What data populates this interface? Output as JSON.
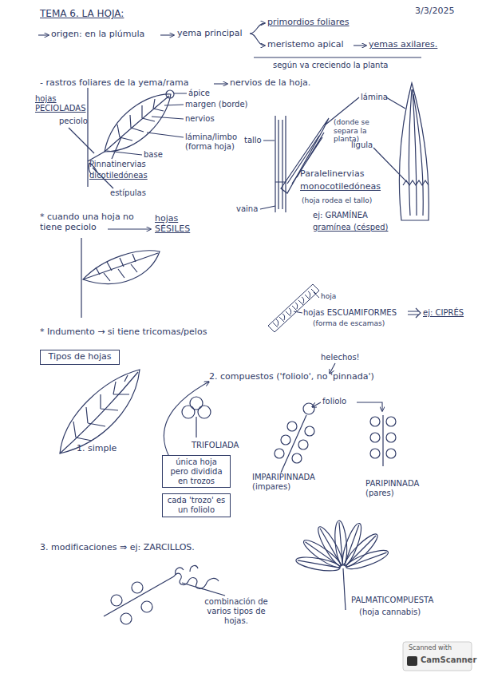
{
  "diagram": {
    "title": "TEMA 6. LA HOJA:",
    "nodes": [
      {
        "text": [
          "Tipos de hojas"
        ]
      },
      {
        "text": [
          "única hoja pero dividida en trozos"
        ]
      },
      {
        "text": [
          "cada 'trozo' es un foliolo"
        ]
      }
    ],
    "labels": [
      "3/3/2025",
      "origen: en la plúmula",
      "yema principal",
      "primordios foliares",
      "meristemo apical",
      "yemas axilares.",
      "según va creciendo la planta",
      "- rastros foliares de la yema/rama",
      "nervios de la hoja.",
      "hojas PECIOLADAS",
      "peciolo",
      "ápice",
      "margen (borde)",
      "nervios",
      "lámina/limbo (forma hoja)",
      "base",
      "Pinnatinervias",
      "dicotiledóneas",
      "estípulas",
      "lámina",
      "tallo",
      "(donde se separa la planta)",
      "lígula",
      "Paralelinervias",
      "monocotiledóneas",
      "(hoja rodea el tallo)",
      "vaina",
      "ej: GRAMÍNEA",
      "gramínea (césped)",
      "* cuando una hoja no tiene peciolo",
      "hojas SÉSILES",
      "hoja",
      "hojas ESCUAMIFORMES",
      "ej: CIPRÉS",
      "(forma de escamas)",
      "* Indumento → si tiene tricomas/pelos",
      "1. simple",
      "helechos!",
      "2. compuestos ('foliolo', no 'pinnada')",
      "TRIFOLIADA",
      "foliolo",
      "IMPARIPINNADA (impares)",
      "PARIPINNADA (pares)",
      "3. modificaciones ⇒ ej: ZARCILLOS.",
      "combinación de varios tipos de hojas.",
      "PALMATICOMPUESTA",
      "(hoja cannabis)",
      "Scanned with",
      "CamScanner"
    ]
  }
}
